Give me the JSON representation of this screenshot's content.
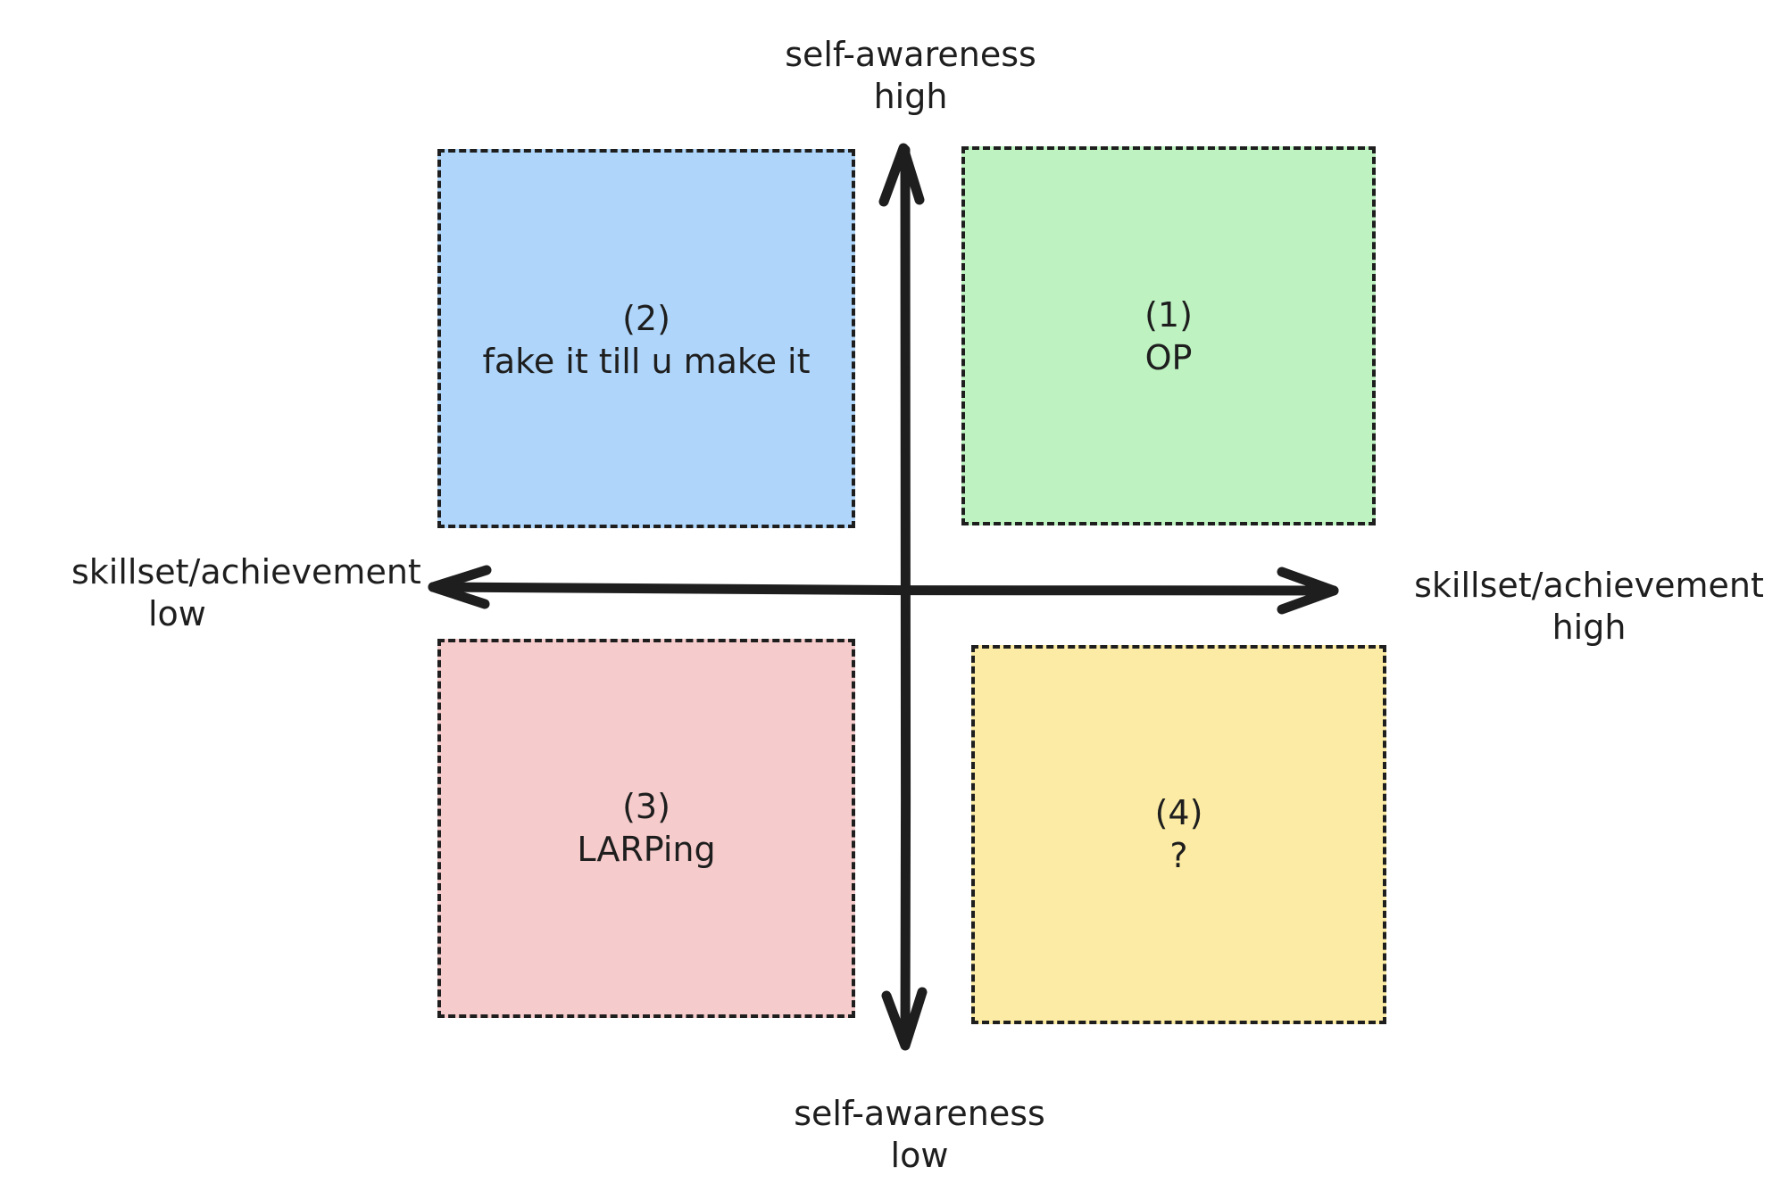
{
  "colors": {
    "stroke": "#1e1e1e",
    "quadrant_1_fill": "#bef2c1",
    "quadrant_2_fill": "#afd6fa",
    "quadrant_3_fill": "#f6cbcb",
    "quadrant_4_fill": "#fbeba4"
  },
  "axes": {
    "top_label": {
      "line1": "self-awareness",
      "line2": "high"
    },
    "bottom_label": {
      "line1": "self-awareness",
      "line2": "low"
    },
    "left_label": {
      "line1": "skillset/achievement",
      "line2": "low"
    },
    "right_label": {
      "line1": "skillset/achievement",
      "line2": "high"
    }
  },
  "quadrants": {
    "q1": {
      "number": "(1)",
      "label": "OP"
    },
    "q2": {
      "number": "(2)",
      "label": "fake it till u make it"
    },
    "q3": {
      "number": "(3)",
      "label": "LARPing"
    },
    "q4": {
      "number": "(4)",
      "label": "?"
    }
  }
}
